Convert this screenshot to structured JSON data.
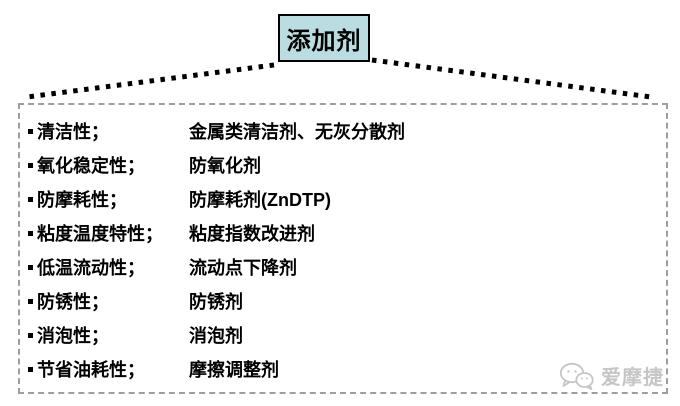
{
  "title": "添加剂",
  "diagram": {
    "rows": [
      {
        "property": "清洁性；",
        "additive": "金属类清洁剂、无灰分散剂"
      },
      {
        "property": "氧化稳定性；",
        "additive": "防氧化剂"
      },
      {
        "property": "防摩耗性；",
        "additive": "防摩耗剂(ZnDTP)"
      },
      {
        "property": "粘度温度特性；",
        "additive": "粘度指数改进剂"
      },
      {
        "property": "低温流动性；",
        "additive": "流动点下降剂"
      },
      {
        "property": "防锈性；",
        "additive": "防锈剂"
      },
      {
        "property": "消泡性；",
        "additive": "消泡剂"
      },
      {
        "property": "节省油耗性；",
        "additive": "摩擦调整剂"
      }
    ]
  },
  "watermark": {
    "text": "爱摩捷",
    "icon": "wechat-icon"
  },
  "colors": {
    "title_box_fill": "#b9dde1",
    "title_box_border": "#000000",
    "panel_border": "#9e9e9e",
    "text_color": "#000000",
    "watermark_color": "#c6c6c6",
    "bg": "#ffffff"
  }
}
